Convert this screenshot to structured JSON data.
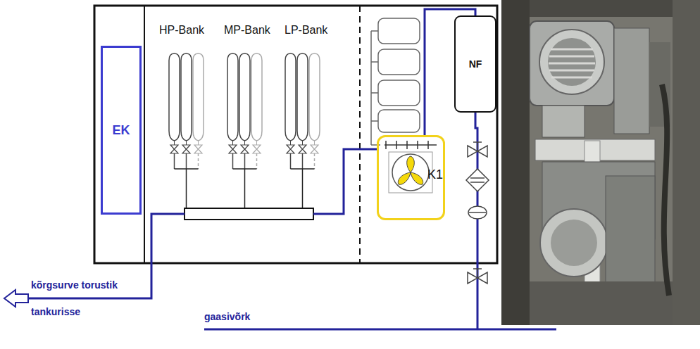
{
  "diagram": {
    "nodes": [
      {
        "text": [
          "EK"
        ]
      },
      {
        "text": [
          "NF"
        ]
      },
      {
        "text": [
          "K1"
        ]
      }
    ],
    "edges": [
      {
        "from": 1,
        "to": 2,
        "arrow": "none"
      }
    ],
    "labels": [
      "HP-Bank",
      "MP-Bank",
      "LP-Bank",
      "kõrgsurve torustik",
      "tankurisse",
      "gaasivõrk"
    ]
  }
}
